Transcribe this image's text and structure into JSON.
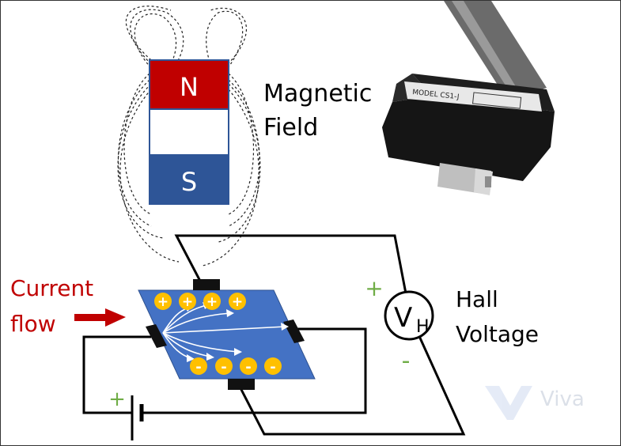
{
  "magnet": {
    "north_label": "N",
    "south_label": "S",
    "north_color": "#c00000",
    "south_color": "#2e5597",
    "middle_color": "#ffffff"
  },
  "labels": {
    "magnetic_field_line1": "Magnetic",
    "magnetic_field_line2": "Field",
    "current_flow_line1": "Current",
    "current_flow_line2": "flow",
    "hall_voltage_line1": "Hall",
    "hall_voltage_line2": "Voltage",
    "voltmeter_symbol": "V",
    "voltmeter_subscript": "H",
    "plus_sign": "+",
    "minus_sign": "-",
    "battery_plus": "+",
    "positive_charge": "+",
    "negative_charge": "-"
  },
  "watermark": {
    "text": "Viva"
  },
  "sensor_photo": {
    "model_text": "MODEL CS1-J"
  },
  "colors": {
    "plate": "#4472c4",
    "charge": "#ffc000",
    "current_label": "#c00000",
    "arrow": "#c00000",
    "polarity": "#70ad47",
    "wire": "#000000"
  }
}
